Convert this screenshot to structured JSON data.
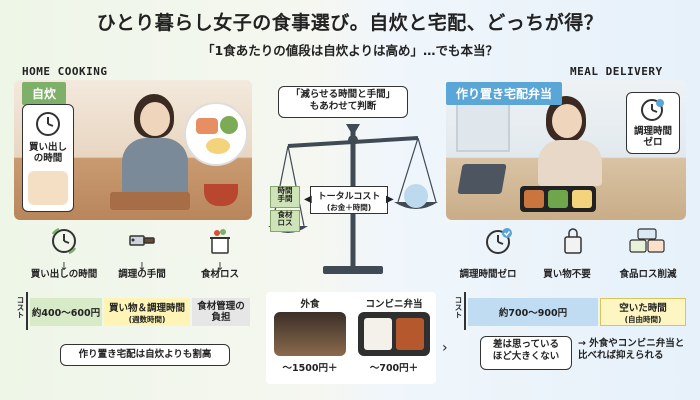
{
  "title": "ひとり暮らし女子の食事選び。自炊と宅配、どっちが得？",
  "subtitle": "「1食あたりの値段は自炊よりは高め」…でも本当？",
  "left": {
    "en_label": "HOME COOKING",
    "tag": "自炊",
    "callout": "買い出し\nの時間",
    "factors": [
      {
        "label": "買い出しの時間",
        "icon": "clock-icon"
      },
      {
        "label": "調理の手間",
        "icon": "knife-icon"
      },
      {
        "label": "食材ロス",
        "icon": "trash-icon"
      }
    ],
    "cost_axis": "コスト",
    "bar_price": "約400〜600円",
    "bar_time": "買い物＆調理時間",
    "bar_time_sub": "(週数時間)",
    "bar_burden": "食材管理の\n負担",
    "conclusion": "作り置き宅配は自炊よりも割高"
  },
  "center": {
    "bubble": "「減らせる時間と手間」\nもあわせて判断",
    "left_pan_top": "時間\n手間",
    "left_pan_bottom": "食材\nロス",
    "arrow_label": "トータルコスト",
    "arrow_sub": "(お金＋時間)",
    "options": [
      {
        "label": "外食",
        "price": "〜1500円＋"
      },
      {
        "label": "コンビニ弁当",
        "price": "〜700円＋"
      }
    ]
  },
  "right": {
    "en_label": "MEAL DELIVERY",
    "tag": "作り置き宅配弁当",
    "callout": "調理時間\nゼロ",
    "factors": [
      {
        "label": "調理時間ゼロ",
        "icon": "clock-check-icon"
      },
      {
        "label": "買い物不要",
        "icon": "bag-icon"
      },
      {
        "label": "食品ロス削減",
        "icon": "containers-icon"
      }
    ],
    "cost_axis": "コスト",
    "bar_price": "約700〜900円",
    "bar_free": "空いた時間",
    "bar_free_sub": "(自由時間)",
    "bubble": "差は思っている\nほど大きくない",
    "conclusion": "→ 外食やコンビニ弁当と\n比べれば抑えられる"
  },
  "colors": {
    "green": "#7fb069",
    "blue": "#5aa6d6",
    "scale": "#3f4a55"
  }
}
